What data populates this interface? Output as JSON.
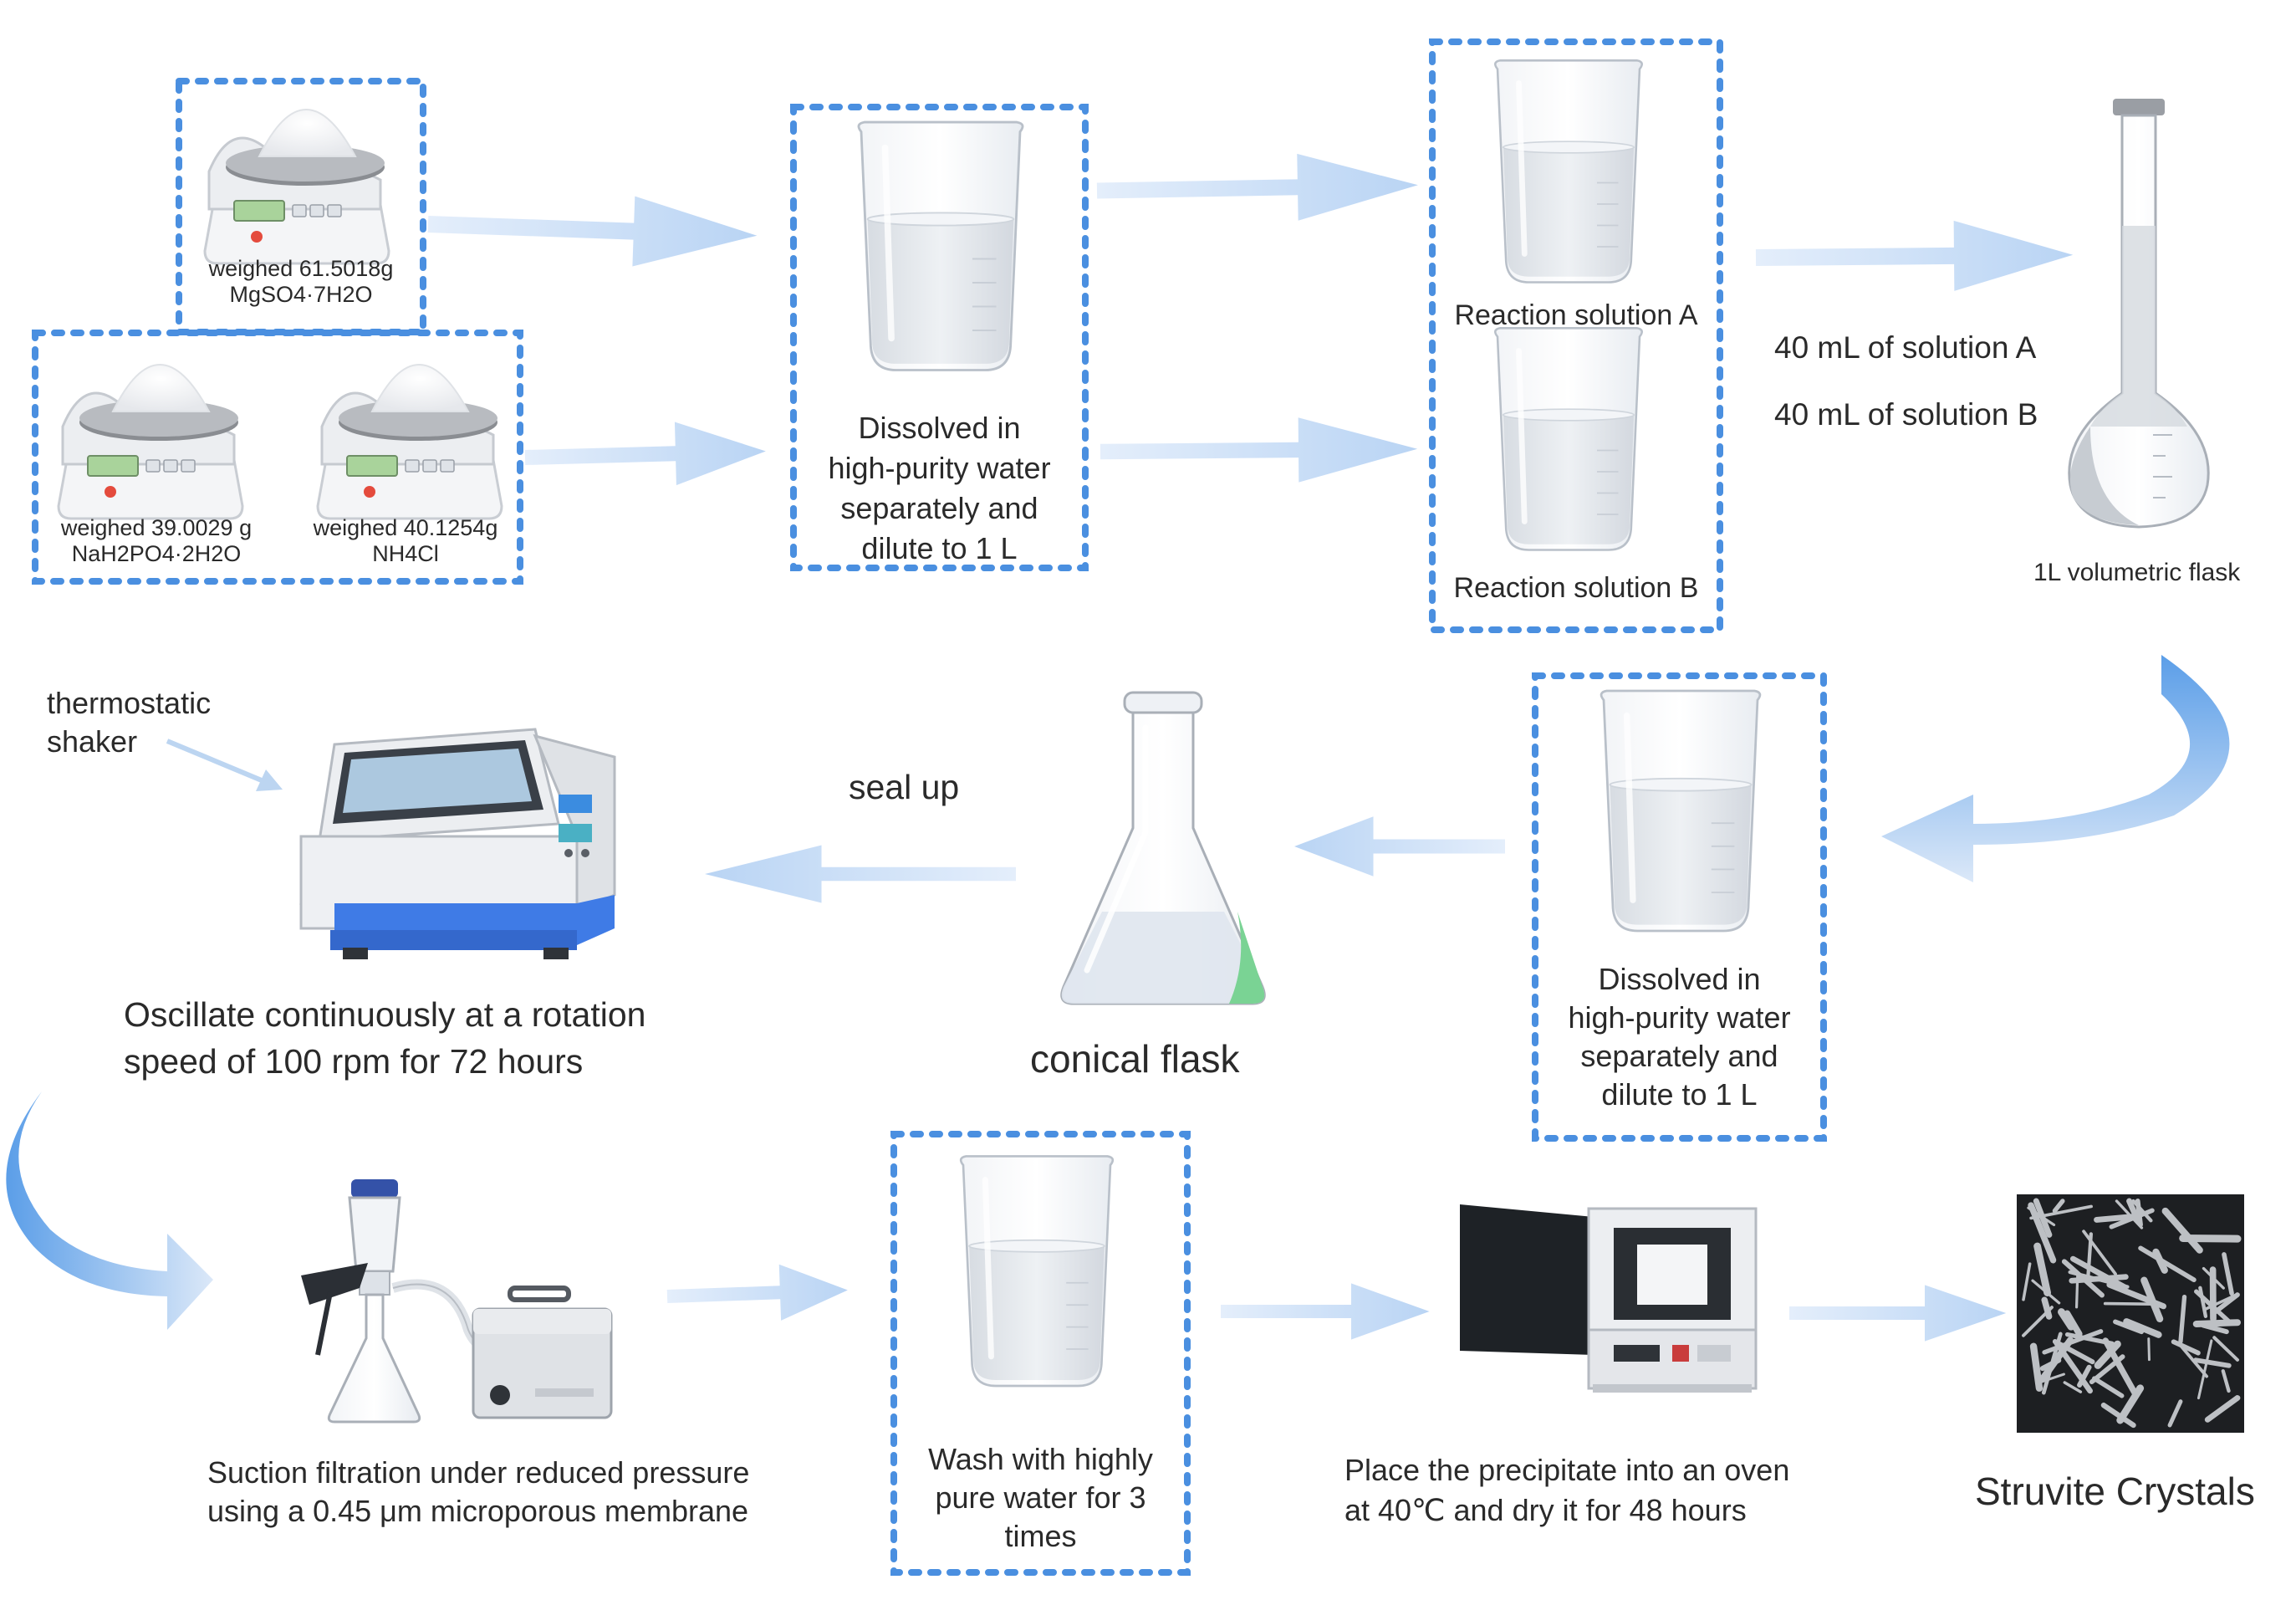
{
  "balance_top": {
    "line1": "weighed 61.5018g",
    "line2": "MgSO4·7H2O"
  },
  "balance_left": {
    "line1": "weighed 39.0029 g",
    "line2": "NaH2PO4·2H2O"
  },
  "balance_right": {
    "line1": "weighed 40.1254g",
    "line2": "NH4Cl"
  },
  "dissolve_top": [
    "Dissolved in",
    "high-purity water",
    "separately and",
    "dilute to 1 L"
  ],
  "reaction_a": "Reaction solution A",
  "reaction_b": "Reaction solution B",
  "volume_a": "40 mL of solution A",
  "volume_b": "40 mL of solution B",
  "volumetric_flask": "1L volumetric flask",
  "dissolve_mid": [
    "Dissolved in",
    "high-purity water",
    "separately and",
    "dilute to 1 L"
  ],
  "seal_up": "seal up",
  "conical_flask": "conical flask",
  "shaker_label": [
    "thermostatic",
    "shaker"
  ],
  "oscillate": [
    "Oscillate continuously at a rotation",
    "speed of 100 rpm for 72 hours"
  ],
  "filtration": [
    "Suction filtration under reduced pressure",
    "using a 0.45 μm microporous membrane"
  ],
  "wash": [
    "Wash with highly",
    "pure water for 3",
    "times"
  ],
  "oven": [
    "Place the precipitate into an oven",
    "at 40℃ and dry it for 48 hours"
  ],
  "crystals": "Struvite Crystals",
  "colors": {
    "dotted_border": "#4a8fe0",
    "arrow_fill": "#c9dff7",
    "arrow_dark": "#5b9ee8",
    "liquid": "#dfe4ea",
    "shaker_blue": "#3f7be6",
    "flask_green": "#7ad394"
  }
}
